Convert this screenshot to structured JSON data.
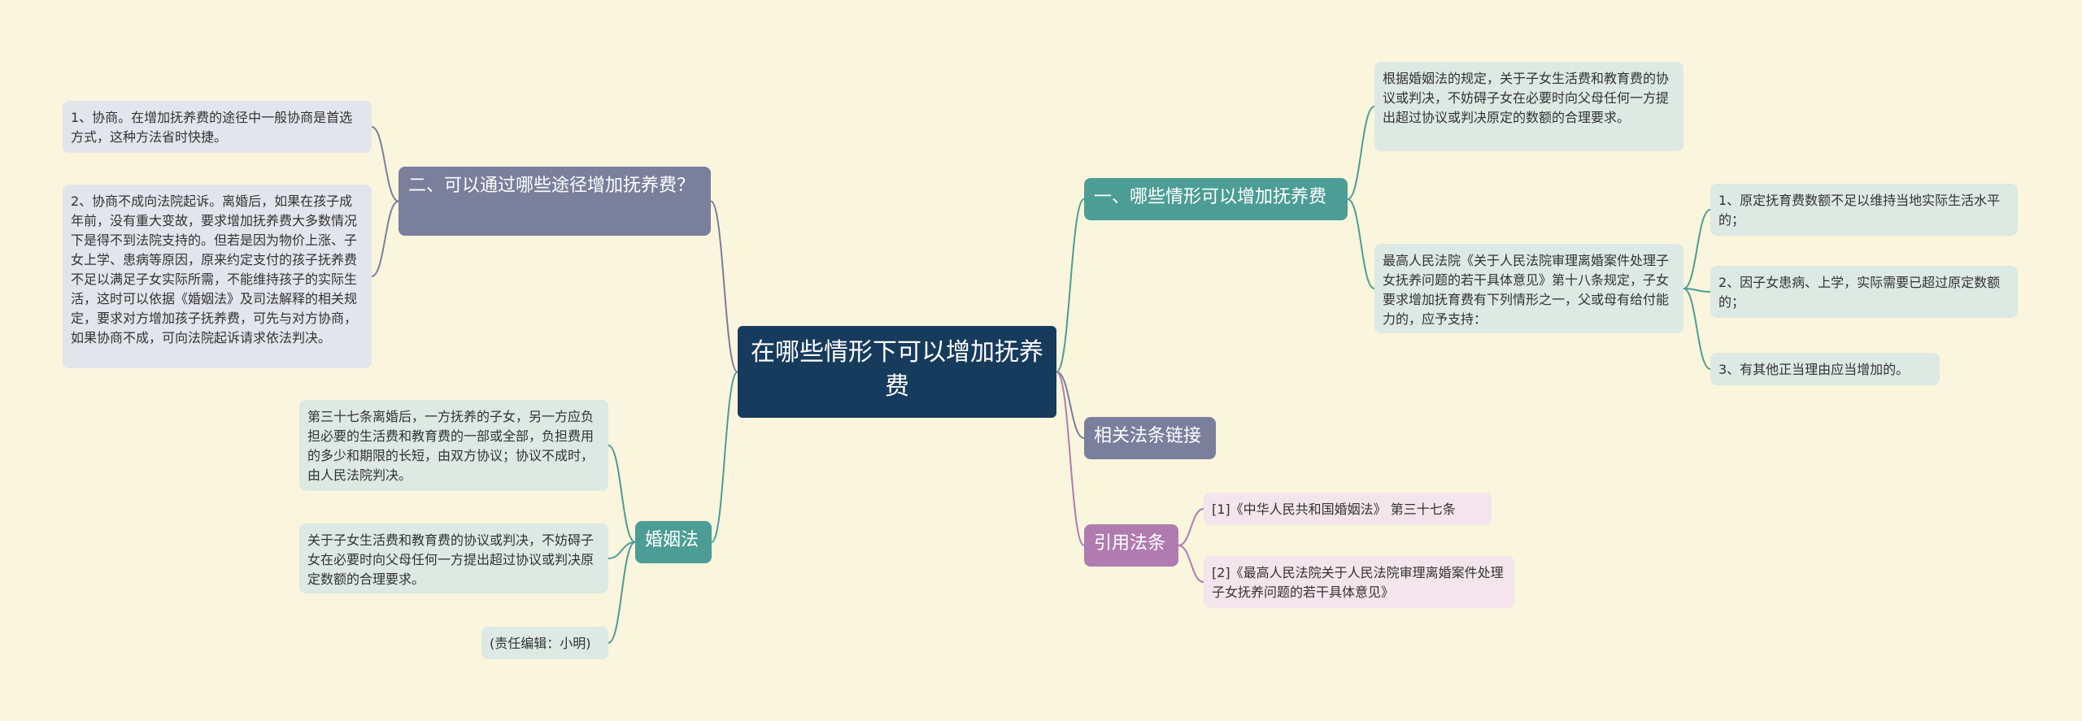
{
  "colors": {
    "background": "#faf5dd",
    "root": "#173b5c",
    "branch_teal": "#4c9d95",
    "branch_grey": "#7a7f9c",
    "branch_purple": "#b07cb0",
    "leaf_teal": "#dde9e3",
    "leaf_grey": "#e3e5ec",
    "leaf_pink": "#f4e4ec"
  },
  "root": {
    "title": "在哪些情形下可以增加抚养费"
  },
  "right": {
    "b1": {
      "label": "一、哪些情形可以增加抚养费",
      "leaf_a": "根据婚姻法的规定，关于子女生活费和教育费的协议或判决，不妨碍子女在必要时向父母任何一方提出超过协议或判决原定的数额的合理要求。",
      "leaf_b": "最高人民法院《关于人民法院审理离婚案件处理子女抚养问题的若干具体意见》第十八条规定，子女要求增加抚育费有下列情形之一，父或母有给付能力的，应予支持：",
      "sub": [
        "1、原定抚育费数额不足以维持当地实际生活水平的；",
        "2、因子女患病、上学，实际需要已超过原定数额的；",
        "3、有其他正当理由应当增加的。"
      ]
    },
    "b2": {
      "label": "相关法条链接"
    },
    "b3": {
      "label": "引用法条",
      "leaf_1": "[1]《中华人民共和国婚姻法》 第三十七条",
      "leaf_2": "[2]《最高人民法院关于人民法院审理离婚案件处理子女抚养问题的若干具体意见》"
    }
  },
  "left": {
    "b1": {
      "label": "二、可以通过哪些途径增加抚养费？",
      "leaf_1": "1、协商。在增加抚养费的途径中一般协商是首选方式，这种方法省时快捷。",
      "leaf_2": "2、协商不成向法院起诉。离婚后，如果在孩子成年前，没有重大变故，要求增加抚养费大多数情况下是得不到法院支持的。但若是因为物价上涨、子女上学、患病等原因，原来约定支付的孩子抚养费不足以满足子女实际所需，不能维持孩子的实际生活，这时可以依据《婚姻法》及司法解释的相关规定，要求对方增加孩子抚养费，可先与对方协商，如果协商不成，可向法院起诉请求依法判决。"
    },
    "b2": {
      "label": "婚姻法",
      "leaf_1": "第三十七条离婚后，一方抚养的子女，另一方应负担必要的生活费和教育费的一部或全部，负担费用的多少和期限的长短，由双方协议；协议不成时，由人民法院判决。",
      "leaf_2": "关于子女生活费和教育费的协议或判决，不妨碍子女在必要时向父母任何一方提出超过协议或判决原定数额的合理要求。",
      "leaf_3": "(责任编辑：小明)"
    }
  }
}
